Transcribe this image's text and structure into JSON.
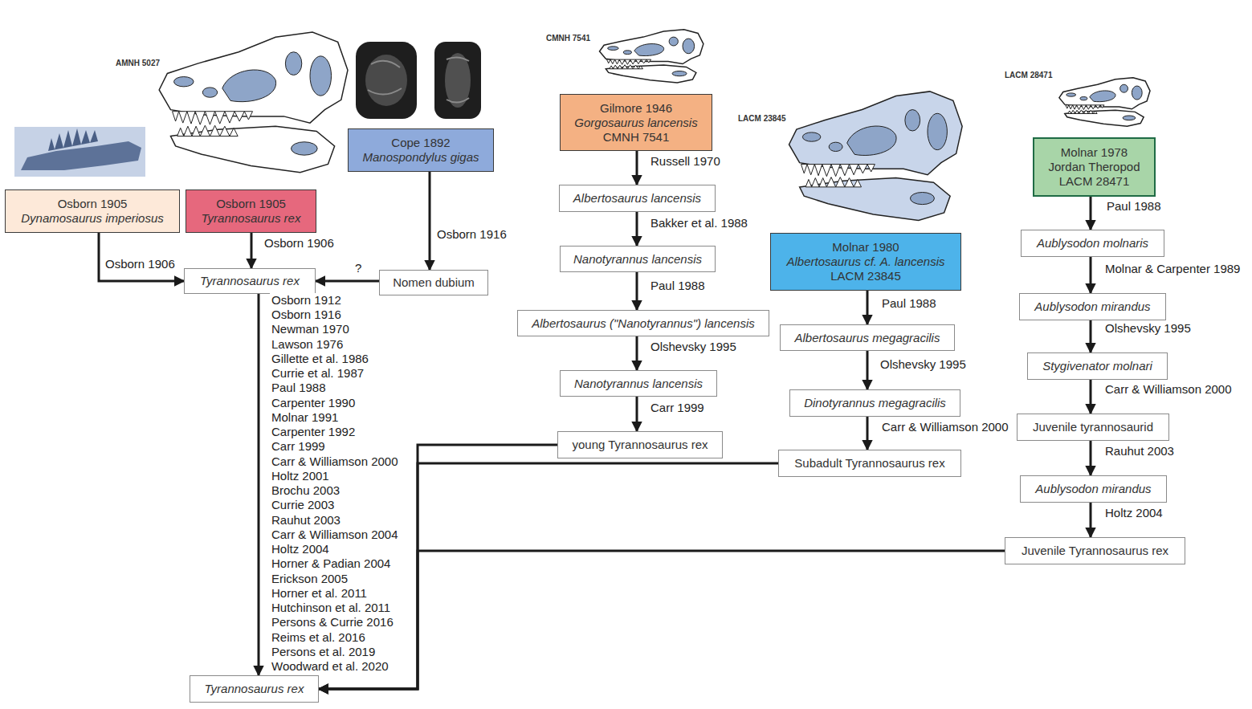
{
  "diagram": {
    "nodes": [
      {
        "text": [
          "Osborn 1905",
          "Dynamosaurus imperiosus"
        ]
      },
      {
        "text": [
          "Osborn 1905",
          "Tyrannosaurus rex"
        ]
      },
      {
        "text": [
          "Cope 1892",
          "Manospondylus gigas"
        ]
      },
      {
        "text": [
          "Gilmore 1946",
          "Gorgosaurus lancensis",
          "CMNH 7541"
        ]
      },
      {
        "text": [
          "Molnar 1980",
          "Albertosaurus cf. A. lancensis",
          "LACM 23845"
        ]
      },
      {
        "text": [
          "Molnar 1978",
          "Jordan Theropod",
          "LACM 28471"
        ]
      },
      {
        "text": [
          "Tyrannosaurus rex"
        ]
      },
      {
        "text": [
          "Nomen dubium"
        ]
      },
      {
        "text": [
          "Albertosaurus lancensis"
        ]
      },
      {
        "text": [
          "Nanotyrannus lancensis"
        ]
      },
      {
        "text": [
          "Albertosaurus (\"Nanotyrannus\") lancensis"
        ]
      },
      {
        "text": [
          "Nanotyrannus lancensis"
        ]
      },
      {
        "text": [
          "young Tyrannosaurus rex"
        ]
      },
      {
        "text": [
          "Albertosaurus megagracilis"
        ]
      },
      {
        "text": [
          "Dinotyrannus megagracilis"
        ]
      },
      {
        "text": [
          "Subadult Tyrannosaurus rex"
        ]
      },
      {
        "text": [
          "Aublysodon molnaris"
        ]
      },
      {
        "text": [
          "Aublysodon mirandus"
        ]
      },
      {
        "text": [
          "Stygivenator molnari"
        ]
      },
      {
        "text": [
          "Juvenile tyrannosaurid"
        ]
      },
      {
        "text": [
          "Aublysodon mirandus"
        ]
      },
      {
        "text": [
          "Juvenile Tyrannosaurus rex"
        ]
      },
      {
        "text": [
          "Tyrannosaurus rex"
        ]
      }
    ],
    "edges": [
      {
        "from": 0,
        "to": 6,
        "label": "Osborn 1906",
        "arrow": "to"
      },
      {
        "from": 1,
        "to": 6,
        "label": "Osborn 1906",
        "arrow": "to"
      },
      {
        "from": 2,
        "to": 7,
        "label": "Osborn 1916",
        "arrow": "to"
      },
      {
        "from": 7,
        "to": 6,
        "label": "?",
        "arrow": "to"
      },
      {
        "from": 3,
        "to": 8,
        "label": "Russell 1970",
        "arrow": "to"
      },
      {
        "from": 8,
        "to": 9,
        "label": "Bakker et al. 1988",
        "arrow": "to"
      },
      {
        "from": 9,
        "to": 10,
        "label": "Paul 1988",
        "arrow": "to"
      },
      {
        "from": 10,
        "to": 11,
        "label": "Olshevsky 1995",
        "arrow": "to"
      },
      {
        "from": 11,
        "to": 12,
        "label": "Carr 1999",
        "arrow": "to"
      },
      {
        "from": 12,
        "to": 22,
        "arrow": "to"
      },
      {
        "from": 4,
        "to": 13,
        "label": "Paul 1988",
        "arrow": "to"
      },
      {
        "from": 13,
        "to": 14,
        "label": "Olshevsky 1995",
        "arrow": "to"
      },
      {
        "from": 14,
        "to": 15,
        "label": "Carr & Williamson 2000",
        "arrow": "to"
      },
      {
        "from": 15,
        "to": 22,
        "arrow": "to"
      },
      {
        "from": 5,
        "to": 16,
        "label": "Paul 1988",
        "arrow": "to"
      },
      {
        "from": 16,
        "to": 17,
        "label": "Molnar & Carpenter 1989",
        "arrow": "to"
      },
      {
        "from": 17,
        "to": 18,
        "label": "Olshevsky 1995",
        "arrow": "to"
      },
      {
        "from": 18,
        "to": 19,
        "label": "Carr & Williamson 2000",
        "arrow": "to"
      },
      {
        "from": 19,
        "to": 20,
        "label": "Rauhut 2003",
        "arrow": "to"
      },
      {
        "from": 20,
        "to": 21,
        "label": "Holtz 2004",
        "arrow": "to"
      },
      {
        "from": 21,
        "to": 22,
        "arrow": "to"
      },
      {
        "from": 6,
        "to": 22,
        "arrow": "to"
      }
    ],
    "labels": [
      "AMNH 5027",
      "CMNH 7541",
      "LACM 23845",
      "LACM 28471",
      "Osborn 1912",
      "Osborn 1916",
      "Newman 1970",
      "Lawson 1976",
      "Gillette et al. 1986",
      "Currie et al. 1987",
      "Paul 1988",
      "Carpenter 1990",
      "Molnar 1991",
      "Carpenter 1992",
      "Carr 1999",
      "Carr & Williamson 2000",
      "Holtz 2001",
      "Brochu 2003",
      "Currie 2003",
      "Rauhut 2003",
      "Carr & Williamson 2004",
      "Holtz 2004",
      "Horner & Padian 2004",
      "Erickson 2005",
      "Horner et al. 2011",
      "Hutchinson et al. 2011",
      "Persons & Currie 2016",
      "Reims et al. 2016",
      "Persons et al. 2019",
      "Woodward et al. 2020"
    ]
  }
}
